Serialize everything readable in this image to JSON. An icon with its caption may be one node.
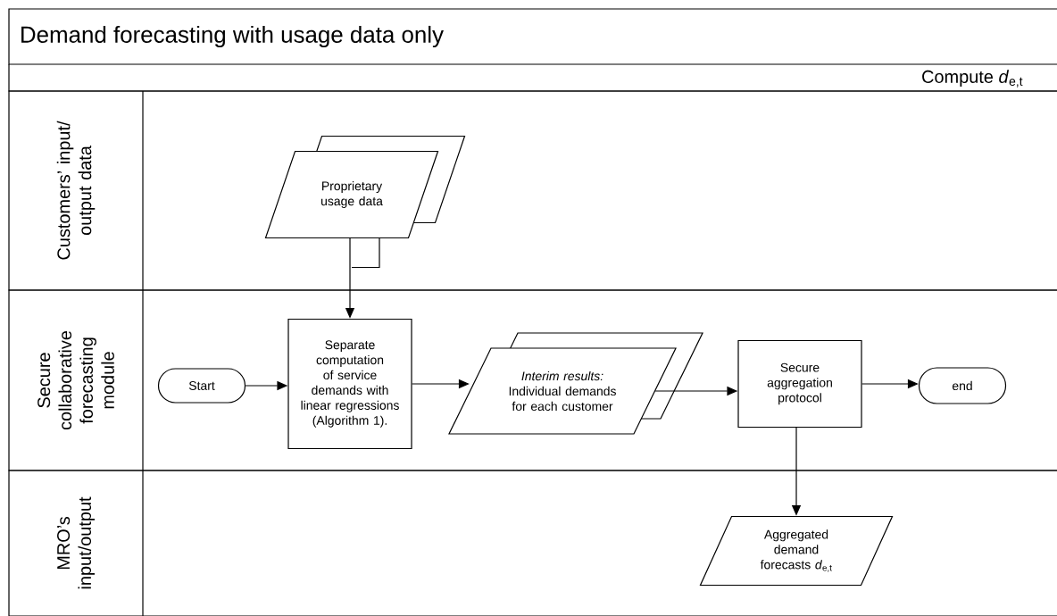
{
  "diagram": {
    "title": "Demand forecasting with usage data only",
    "nodes": [
      {
        "text": [
          "Customers’ input/ output data"
        ]
      },
      {
        "text": [
          "Secure collaborative forecasting module"
        ]
      },
      {
        "text": [
          "MRO’s input/output"
        ]
      },
      {
        "text": [
          "Proprietary usage data"
        ],
        "in": 0
      },
      {
        "text": [
          "Start"
        ],
        "in": 1
      },
      {
        "text": [
          "Separate computation of service demands with linear regressions (Algorithm 1)."
        ],
        "in": 1
      },
      {
        "text": [
          "Interim results:",
          "Individual demands for each customer"
        ],
        "in": 1
      },
      {
        "text": [
          "Secure aggregation protocol"
        ],
        "in": 1
      },
      {
        "text": [
          "end"
        ],
        "in": 1
      },
      {
        "text": [
          "Aggregated demand forecasts *d*$_{e,t}$"
        ],
        "in": 2
      }
    ],
    "edges": [
      {
        "from": 3,
        "to": 5,
        "arrow": "to"
      },
      {
        "from": 4,
        "to": 5,
        "arrow": "to"
      },
      {
        "from": 5,
        "to": 6,
        "arrow": "to"
      },
      {
        "from": 6,
        "to": 7,
        "arrow": "to"
      },
      {
        "from": 7,
        "to": 8,
        "arrow": "to"
      },
      {
        "from": 7,
        "to": 9,
        "arrow": "to"
      }
    ],
    "labels": [
      "Compute *d*$_{e,t}$"
    ]
  }
}
